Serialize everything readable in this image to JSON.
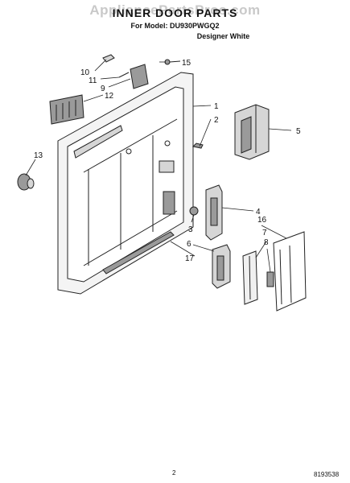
{
  "header": {
    "title": "INNER DOOR PARTS",
    "watermark": "AppliancePartsPros.com",
    "model_line": "For Model: DU930PWGQ2",
    "color_line": "Designer White"
  },
  "callouts": {
    "c1": "1",
    "c2": "2",
    "c3": "3",
    "c4": "4",
    "c5": "5",
    "c6": "6",
    "c7": "7",
    "c8": "8",
    "c9": "9",
    "c10": "10",
    "c11": "11",
    "c12": "12",
    "c13": "13",
    "c15": "15",
    "c16": "16",
    "c17": "17"
  },
  "footer": {
    "page_number": "2",
    "doc_number": "8193538"
  },
  "colors": {
    "line": "#222222",
    "shade": "#9a9a9a",
    "light_shade": "#d6d6d6"
  }
}
